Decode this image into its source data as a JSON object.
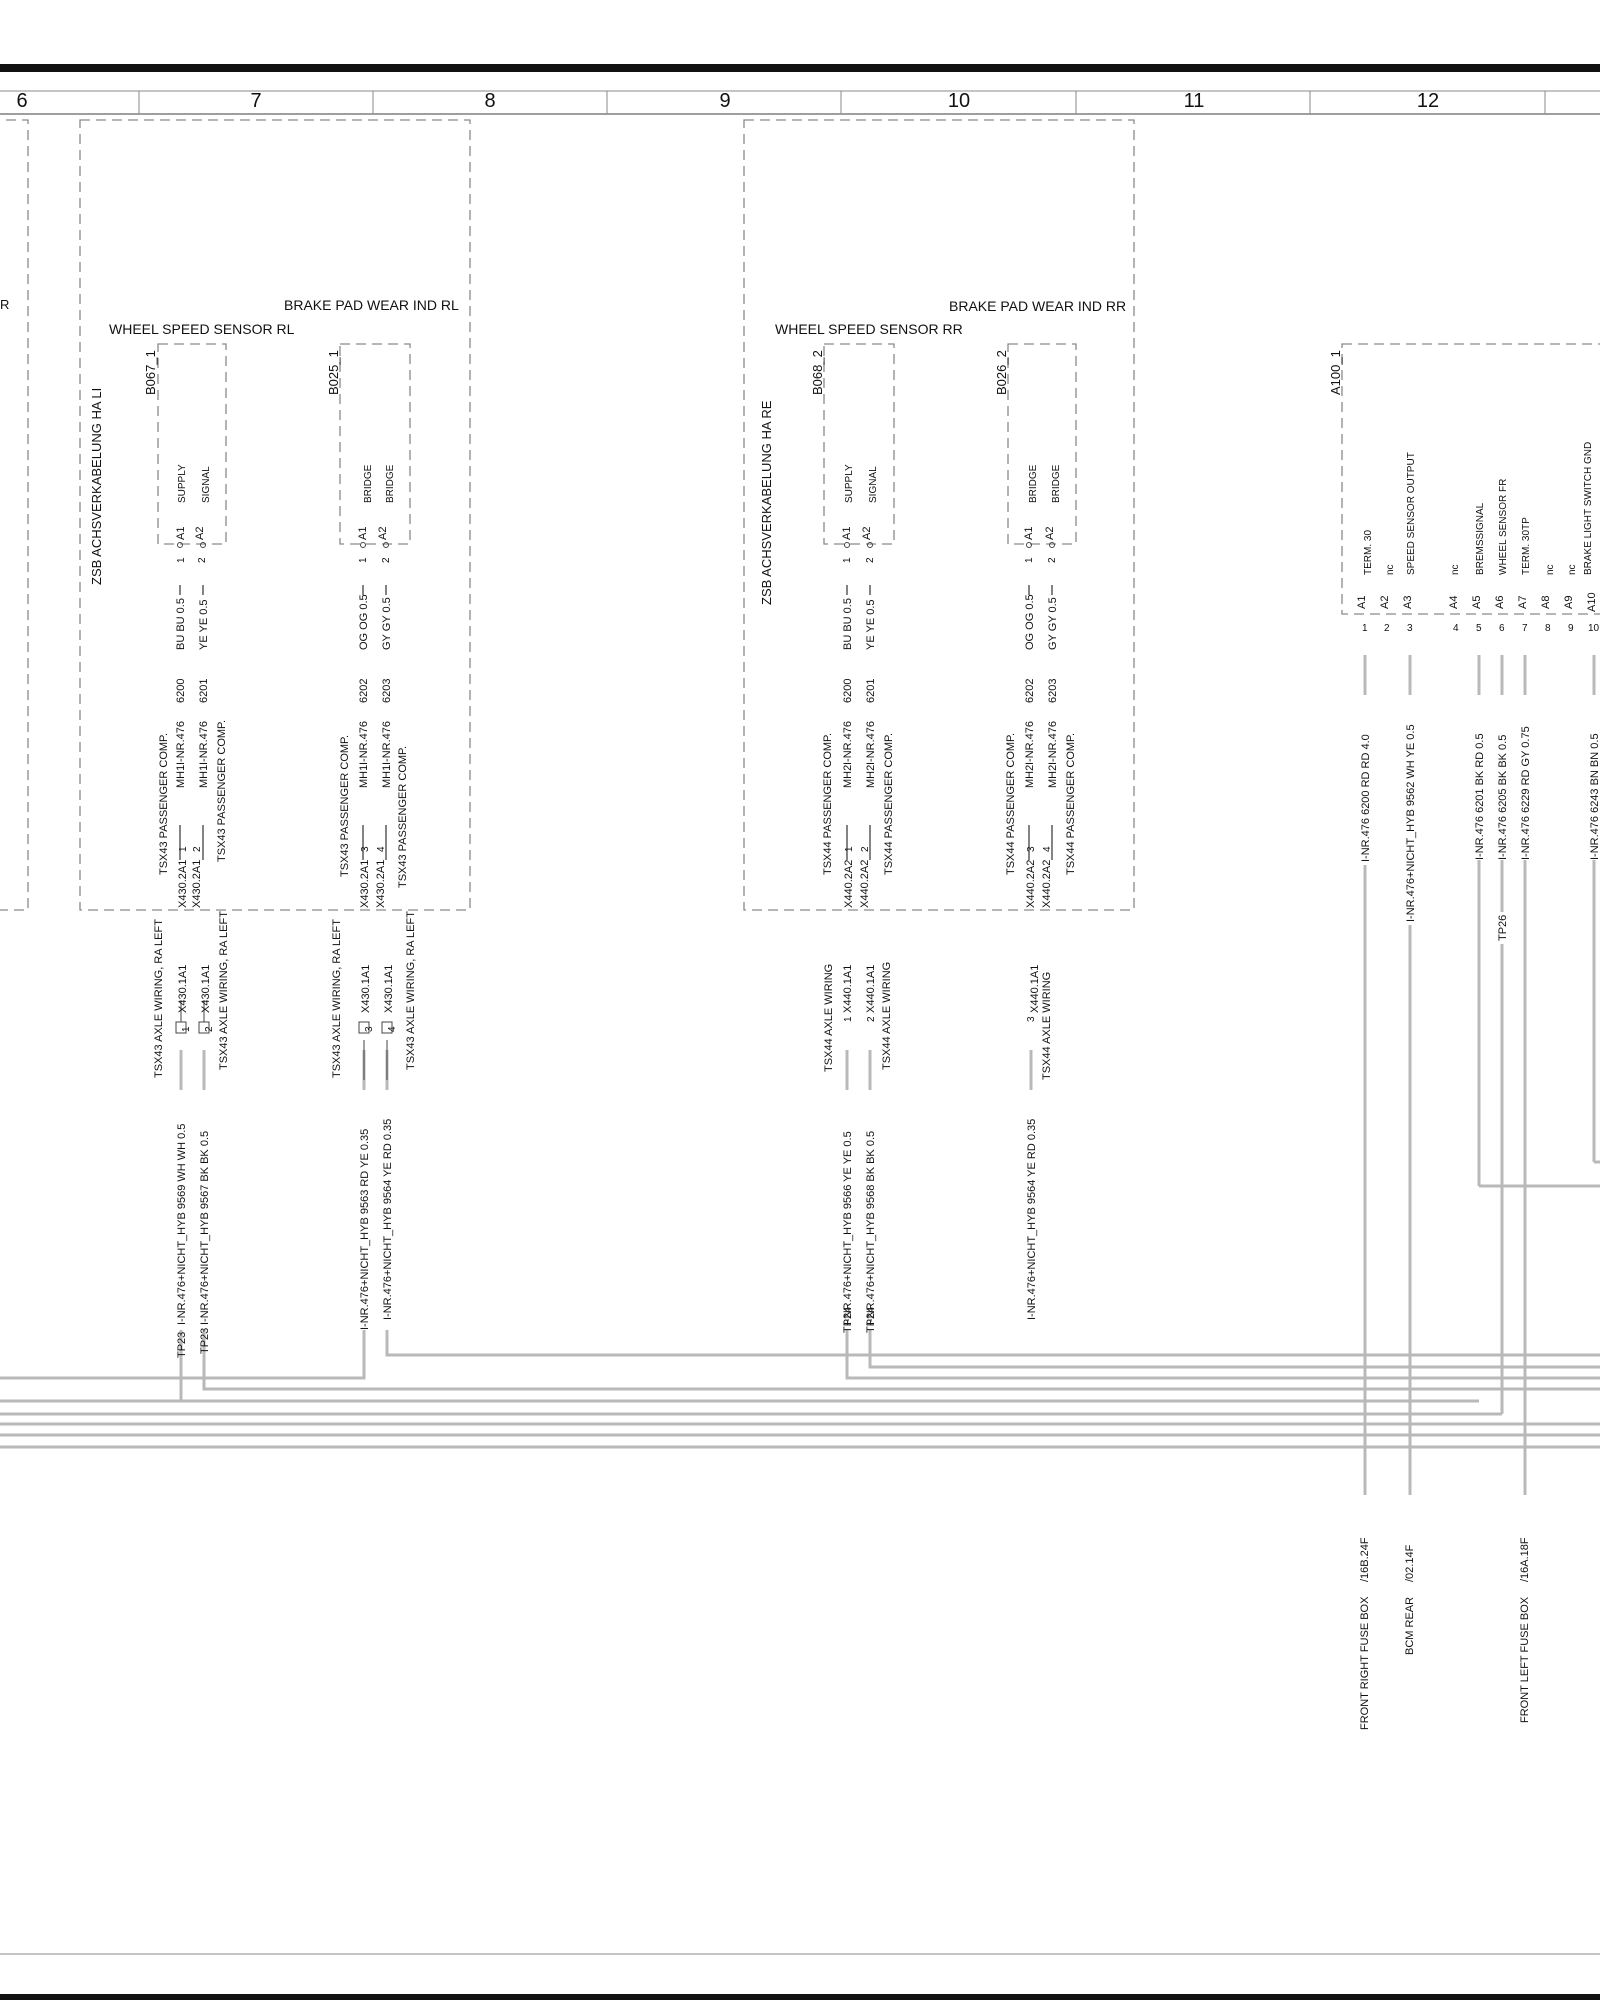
{
  "columns": [
    "6",
    "7",
    "8",
    "9",
    "10",
    "11",
    "12"
  ],
  "modules": {
    "left_group": "ZSB ACHSVERKABELUNG HA LI",
    "right_group": "ZSB ACHSVERKABELUNG HA RE"
  },
  "components": {
    "b067": {
      "id": "B067_1",
      "title": "WHEEL SPEED SENSOR RL",
      "pin1": "A1",
      "pin2": "A2",
      "pin1_fn": "SUPPLY",
      "pin2_fn": "SIGNAL"
    },
    "b025": {
      "id": "B025_1",
      "title": "BRAKE PAD WEAR IND RL",
      "pin1": "A1",
      "pin2": "A2",
      "pin1_fn": "BRIDGE",
      "pin2_fn": "BRIDGE"
    },
    "b068": {
      "id": "B068_2",
      "title": "WHEEL SPEED SENSOR RR",
      "pin1": "A1",
      "pin2": "A2",
      "pin1_fn": "SUPPLY",
      "pin2_fn": "SIGNAL"
    },
    "b026": {
      "id": "B026_2",
      "title": "BRAKE PAD WEAR IND RR",
      "pin1": "A1",
      "pin2": "A2",
      "pin1_fn": "BRIDGE",
      "pin2_fn": "BRIDGE"
    },
    "a100": {
      "id": "A100_1",
      "pins": [
        {
          "pin": "A1",
          "num": "1",
          "fn": "TERM. 30"
        },
        {
          "pin": "A2",
          "num": "2",
          "fn": "nc"
        },
        {
          "pin": "A3",
          "num": "3",
          "fn": "SPEED SENSOR OUTPUT"
        },
        {
          "pin": "A4",
          "num": "4",
          "fn": "nc"
        },
        {
          "pin": "A5",
          "num": "5",
          "fn": "BREMSSIGNAL"
        },
        {
          "pin": "A6",
          "num": "6",
          "fn": "WHEEL SENSOR FR"
        },
        {
          "pin": "A7",
          "num": "7",
          "fn": "TERM. 30TP"
        },
        {
          "pin": "A8",
          "num": "8",
          "fn": "nc"
        },
        {
          "pin": "A9",
          "num": "9",
          "fn": "nc"
        },
        {
          "pin": "A10",
          "num": "10",
          "fn": "BRAKE LIGHT SWITCH GND"
        }
      ]
    }
  },
  "pin_numbers": [
    "1",
    "2"
  ],
  "inner_wires": {
    "b067_1": {
      "code": "6200",
      "label": "I-NR.476",
      "mh": "MH1",
      "color": "BU BU 0.5",
      "conn": "X430.2A1",
      "connpin": "1",
      "harness": "TSX43 PASSENGER COMP."
    },
    "b067_2": {
      "code": "6201",
      "label": "I-NR.476",
      "mh": "MH1",
      "color": "YE YE 0.5",
      "conn": "X430.2A1",
      "connpin": "2",
      "harness": "TSX43 PASSENGER COMP."
    },
    "b025_1": {
      "code": "6202",
      "label": "I-NR.476",
      "mh": "MH1",
      "color": "OG OG 0.5",
      "conn": "X430.2A1",
      "connpin": "3",
      "harness": "TSX43 PASSENGER COMP."
    },
    "b025_2": {
      "code": "6203",
      "label": "I-NR.476",
      "mh": "MH1",
      "color": "GY GY 0.5",
      "conn": "X430.2A1",
      "connpin": "4",
      "harness": "TSX43 PASSENGER COMP."
    },
    "b068_1": {
      "code": "6200",
      "label": "I-NR.476",
      "mh": "MH2",
      "color": "BU BU 0.5",
      "conn": "X440.2A2",
      "connpin": "1",
      "harness": "TSX44 PASSENGER COMP."
    },
    "b068_2": {
      "code": "6201",
      "label": "I-NR.476",
      "mh": "MH2",
      "color": "YE YE 0.5",
      "conn": "X440.2A2",
      "connpin": "2",
      "harness": "TSX44 PASSENGER COMP."
    },
    "b026_1": {
      "code": "6202",
      "label": "I-NR.476",
      "mh": "MH2",
      "color": "OG OG 0.5",
      "conn": "X440.2A2",
      "connpin": "3",
      "harness": "TSX44 PASSENGER COMP."
    },
    "b026_2": {
      "code": "6203",
      "label": "I-NR.476",
      "mh": "MH2",
      "color": "GY GY 0.5",
      "conn": "X440.2A2",
      "connpin": "4",
      "harness": "TSX44 PASSENGER COMP."
    }
  },
  "axle_connectors": {
    "x430_1": {
      "conn": "X430.1A1",
      "pin": "1",
      "harness": "TSX43 AXLE WIRING, RA LEFT"
    },
    "x430_2": {
      "conn": "X430.1A1",
      "pin": "2",
      "harness": "TSX43 AXLE WIRING, RA LEFT"
    },
    "x430_3": {
      "conn": "X430.1A1",
      "pin": "3",
      "harness": "TSX43 AXLE WIRING, RA LEFT"
    },
    "x430_4": {
      "conn": "X430.1A1",
      "pin": "4",
      "harness": "TSX43 AXLE WIRING, RA LEFT"
    },
    "x440_1": {
      "conn": "X440.1A1",
      "pin": "1",
      "harness": "TSX44 AXLE WIRING"
    },
    "x440_2": {
      "conn": "X440.1A1",
      "pin": "2",
      "harness": "TSX44 AXLE WIRING"
    },
    "x440_3": {
      "conn": "X440.1A1",
      "pin": "3",
      "harness": "TSX44 AXLE WIRING"
    }
  },
  "outer_wires": {
    "w9569": "I-NR.476+NICHT_HYB 9569 WH WH 0.5",
    "w9567": "I-NR.476+NICHT_HYB 9567 BK BK 0.5",
    "w9563": "I-NR.476+NICHT_HYB 9563 RD YE 0.35",
    "w9564a": "I-NR.476+NICHT_HYB 9564 YE RD 0.35",
    "w9566": "I-NR.476+NICHT_HYB 9566 YE YE 0.5",
    "w9568": "I-NR.476+NICHT_HYB 9568 BK BK 0.5",
    "w9564b": "I-NR.476+NICHT_HYB 9564 YE RD 0.35"
  },
  "a100_wires": {
    "w6200": "I-NR.476 6200 RD RD 4.0",
    "w9562": "I-NR.476+NICHT_HYB 9562 WH YE 0.5",
    "w6201": "I-NR.476 6201 BK RD 0.5",
    "w6205": "I-NR.476 6205 BK BK 0.5",
    "w6229": "I-NR.476 6229 RD GY 0.75",
    "w6243": "I-NR.476 6243 BN BN 0.5"
  },
  "test_points": [
    "TP23",
    "TP23",
    "TP24",
    "TP24",
    "TP26"
  ],
  "references": [
    {
      "name": "FRONT RIGHT FUSE BOX",
      "ref": "/16B.24F"
    },
    {
      "name": "BCM REAR",
      "ref": "/02.14F"
    },
    {
      "name": "FRONT LEFT FUSE BOX",
      "ref": "/16A.18F"
    }
  ]
}
